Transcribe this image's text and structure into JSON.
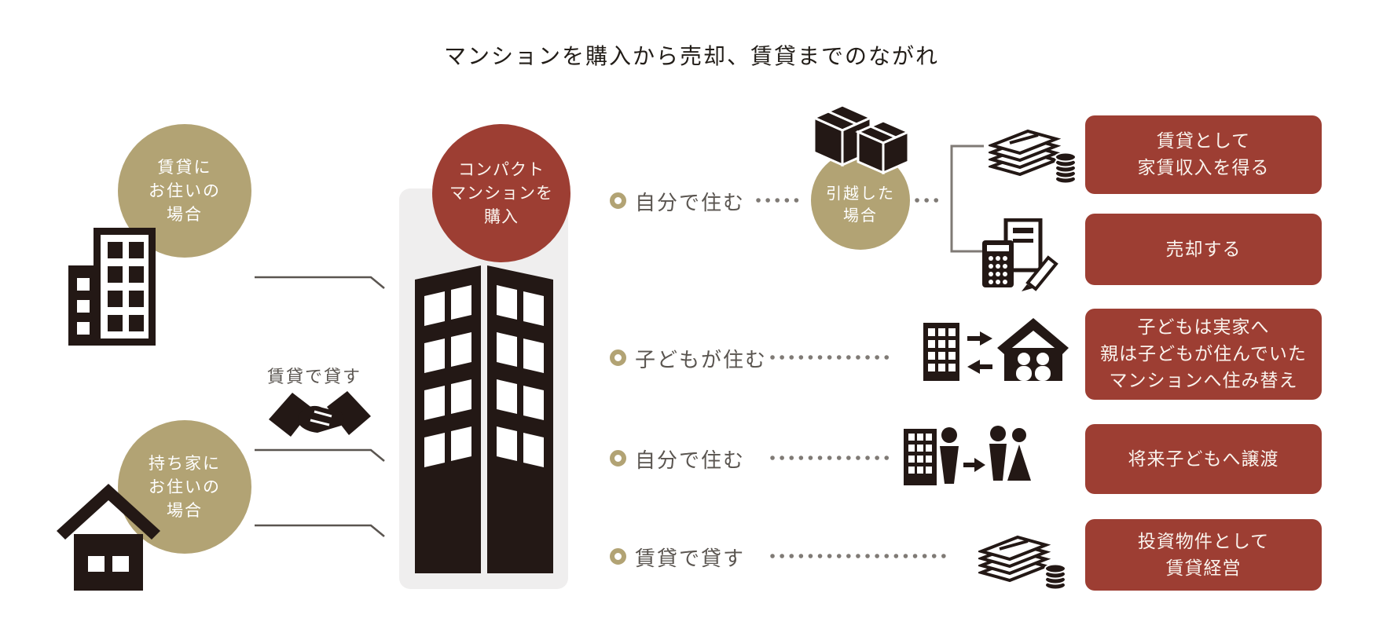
{
  "title": "マンションを購入から売却、賃貸までのながれ",
  "colors": {
    "gold": "#b2a374",
    "red": "#9d3e33",
    "icon_ink": "#231815",
    "text_gray": "#5a5550",
    "connector_gray": "#7f7a75",
    "panel_gray": "#efeeee"
  },
  "left_column": {
    "rental_case_circle": {
      "line1": "賃貸に",
      "line2": "お住いの",
      "line3": "場合"
    },
    "owned_case_circle": {
      "line1": "持ち家に",
      "line2": "お住いの",
      "line3": "場合"
    },
    "lease_out_label": "賃貸で貸す"
  },
  "center": {
    "purchase_circle": {
      "line1": "コンパクト",
      "line2": "マンションを",
      "line3": "購入"
    }
  },
  "flow_options": [
    {
      "label": "自分で住む"
    },
    {
      "label": "子どもが住む"
    },
    {
      "label": "自分で住む"
    },
    {
      "label": "賃貸で貸す"
    }
  ],
  "moved_circle": {
    "line1": "引越した",
    "line2": "場合"
  },
  "outcome_boxes": [
    {
      "line1": "賃貸として",
      "line2": "家賃収入を得る"
    },
    {
      "line1": "売却する"
    },
    {
      "line1": "子どもは実家へ",
      "line2": "親は子どもが住んでいた",
      "line3": "マンションへ住み替え"
    },
    {
      "line1": "将来子どもへ譲渡"
    },
    {
      "line1": "投資物件として",
      "line2": "賃貸経営"
    }
  ],
  "icons": {
    "left_top": "office-buildings-icon",
    "left_bottom": "house-icon",
    "middle_left": "handshake-icon",
    "center": "compact-mansion-icon",
    "moved": "moving-boxes-icon",
    "outcome1": "cash-and-coins-icon",
    "outcome2": "calculator-document-pencil-icon",
    "outcome3": "building-house-swap-icon",
    "outcome4": "building-person-to-couple-icon",
    "outcome5": "cash-and-coins-icon"
  }
}
